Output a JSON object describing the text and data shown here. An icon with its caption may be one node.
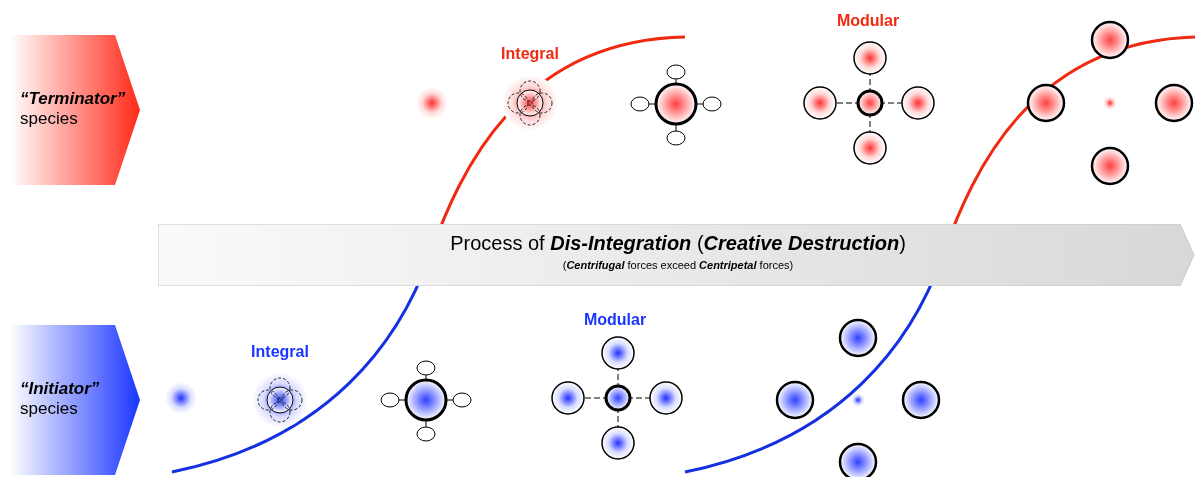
{
  "diagram": {
    "nodes": [
      {
        "text": [
          "“Terminator”",
          "species"
        ]
      },
      {
        "text": [
          "Process of **Dis-Integration** (**Creative Destruction**)",
          "(**Centrifugal** forces exceed **Centripetal** forces)"
        ]
      },
      {
        "text": [
          "“Initiator”",
          "species"
        ]
      }
    ],
    "labels": [
      "Modular",
      "Integral",
      "Modular",
      "Integral"
    ]
  }
}
